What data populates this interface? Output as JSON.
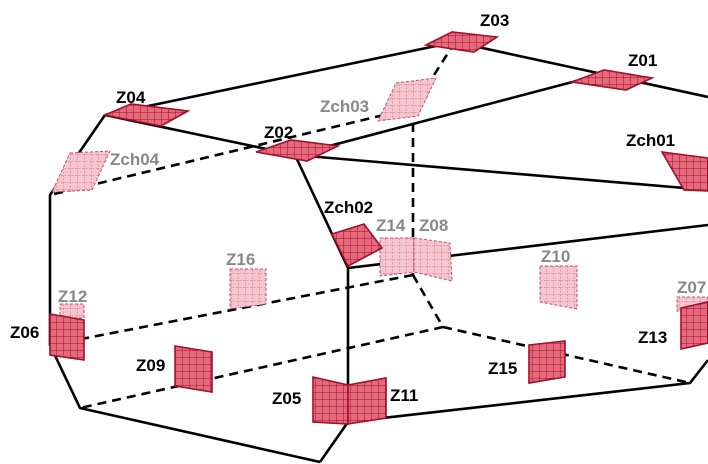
{
  "colors": {
    "edge": "#000000",
    "panel_front_fill": "#e46a7c",
    "panel_front_stroke": "#a0102c",
    "panel_back_fill": "#f5c6cd",
    "panel_back_stroke": "#c0506a",
    "label_front": "#000000",
    "label_back": "#888888"
  },
  "labels": {
    "z03": "Z03",
    "z01": "Z01",
    "z04": "Z04",
    "z02": "Z02",
    "zch03": "Zch03",
    "zch04": "Zch04",
    "zch01": "Zch01",
    "zch02": "Zch02",
    "z14": "Z14",
    "z08": "Z08",
    "z16": "Z16",
    "z10": "Z10",
    "z12": "Z12",
    "z07": "Z07",
    "z06": "Z06",
    "z13": "Z13",
    "z09": "Z09",
    "z15": "Z15",
    "z05": "Z05",
    "z11": "Z11"
  }
}
